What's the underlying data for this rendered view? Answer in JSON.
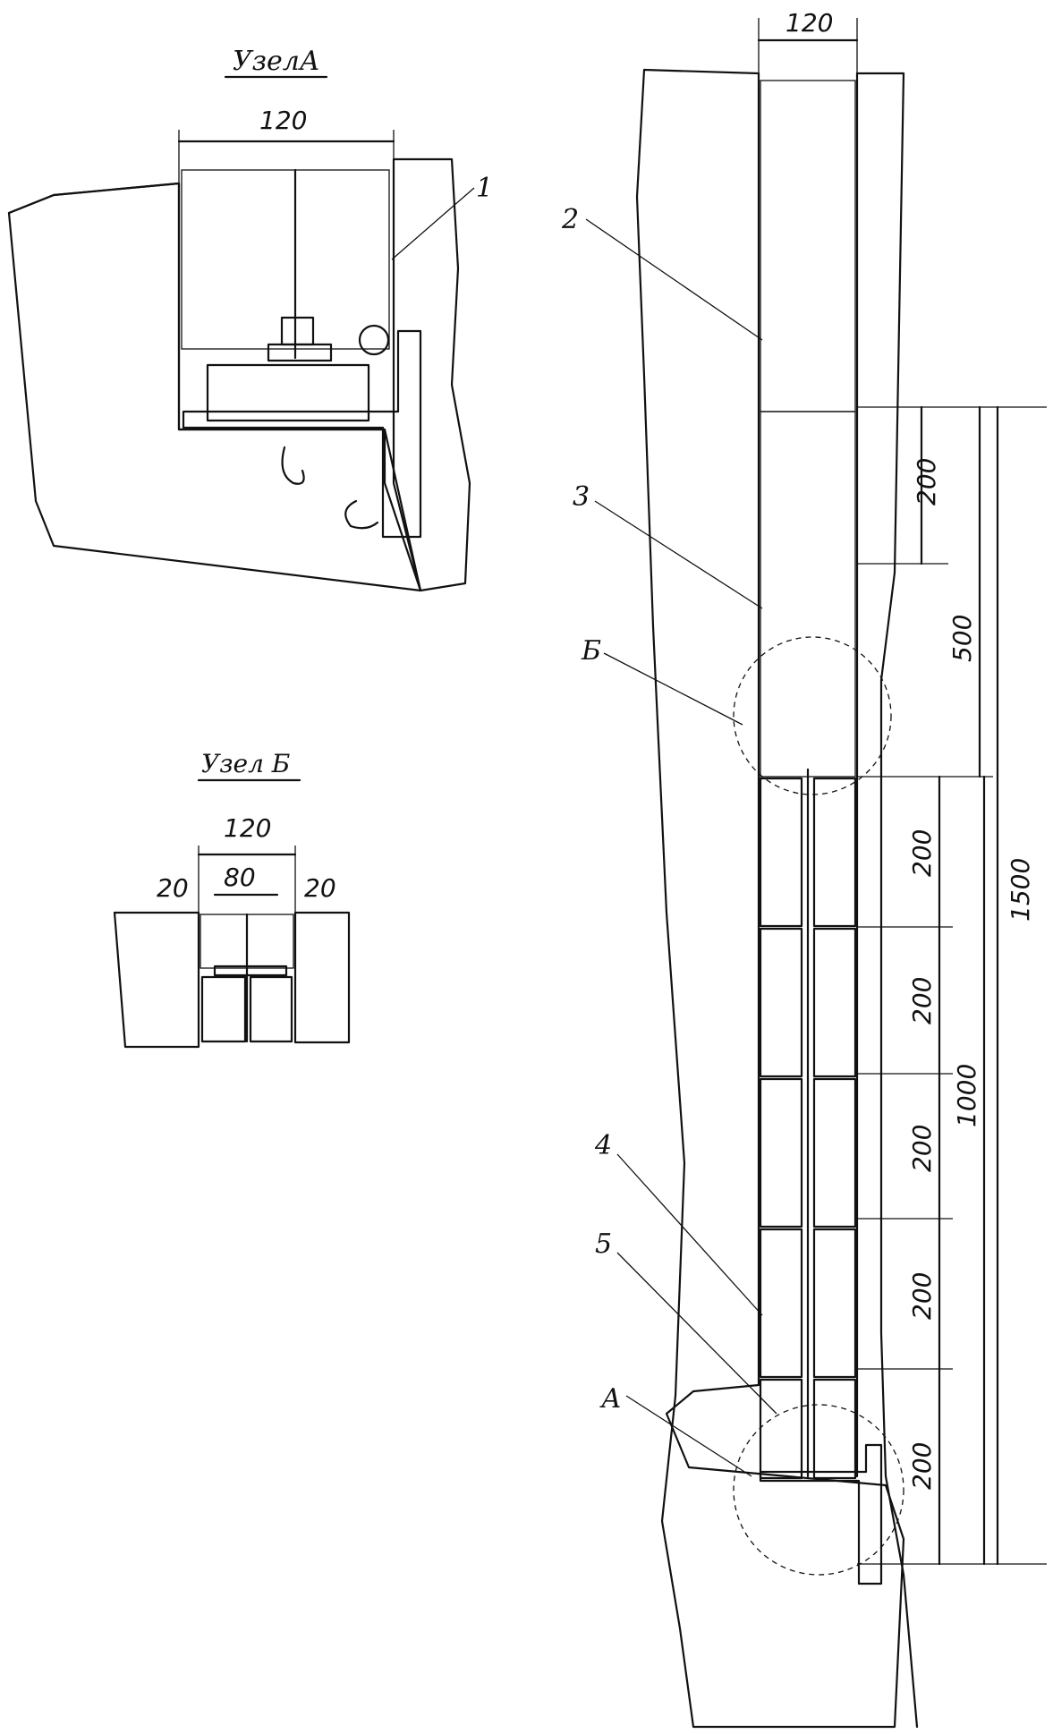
{
  "details": {
    "a": {
      "title": "УзелА",
      "width_dim": "120",
      "callout": "1"
    },
    "b": {
      "title": "Узел Б",
      "width_dim": "120",
      "left_dim": "20",
      "mid_dim": "80",
      "right_dim": "20"
    }
  },
  "section": {
    "width_dim": "120",
    "callouts": [
      "2",
      "3",
      "Б",
      "4",
      "5",
      "А"
    ],
    "dims_inner": [
      "200",
      "200",
      "200",
      "200",
      "200",
      "200"
    ],
    "dims_mid": [
      "500",
      "1000"
    ],
    "dims_outer": [
      "1500"
    ]
  }
}
